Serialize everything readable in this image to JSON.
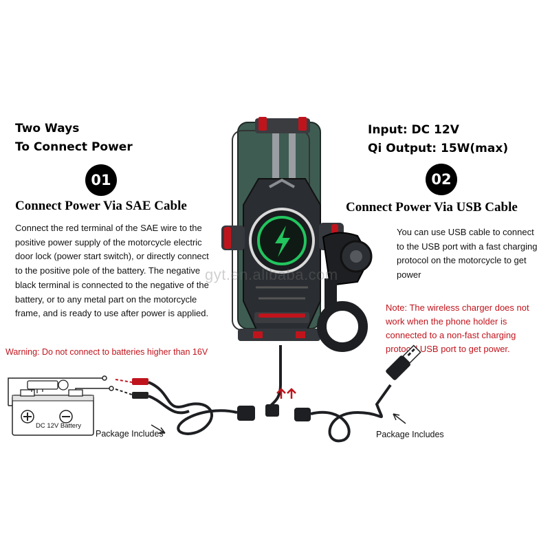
{
  "headings": {
    "left_line1": "Two Ways",
    "left_line2": "To Connect Power",
    "right_line1": "Input: DC 12V",
    "right_line2": "Qi Output: 15W(max)"
  },
  "section1": {
    "badge": "01",
    "title": "Connect Power Via SAE Cable",
    "body": "Connect the red terminal of the SAE wire to the positive power supply of the motorcycle electric door lock (power start switch), or directly connect to the positive pole of the battery. The negative black terminal is connected to the negative of the battery, or to any metal part on the motorcycle frame, and is ready to use after power is applied.",
    "warning": "Warning: Do not connect to batteries higher than 16V"
  },
  "section2": {
    "badge": "02",
    "title": "Connect Power Via USB Cable",
    "body": "You can use USB cable to connect to the USB port with a fast charging protocol on the motorcycle to get power",
    "note": "Note: The wireless charger does not work when the phone holder is connected to a non-fast charging protocol USB port to get power."
  },
  "diagram": {
    "battery_label": "DC 12V Battery",
    "package_left": "Package Includes",
    "package_right": "Package Includes",
    "watermark": "gyt.en.alibaba.com"
  },
  "colors": {
    "accent_red": "#c0141c",
    "charger_green": "#22c55e",
    "device_dark": "#2a2d31"
  }
}
